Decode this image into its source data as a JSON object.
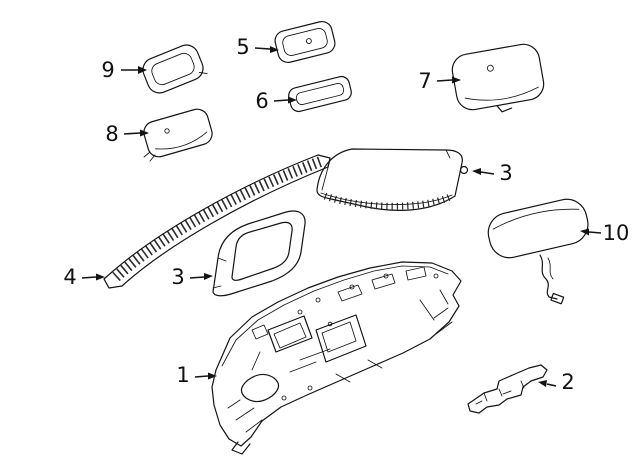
{
  "colors": {
    "background": "#ffffff",
    "line": "#141414"
  },
  "callouts": {
    "c1": "1",
    "c2": "2",
    "c3a": "3",
    "c3b": "3",
    "c4": "4",
    "c5": "5",
    "c6": "6",
    "c7": "7",
    "c8": "8",
    "c9": "9",
    "c10": "10"
  }
}
